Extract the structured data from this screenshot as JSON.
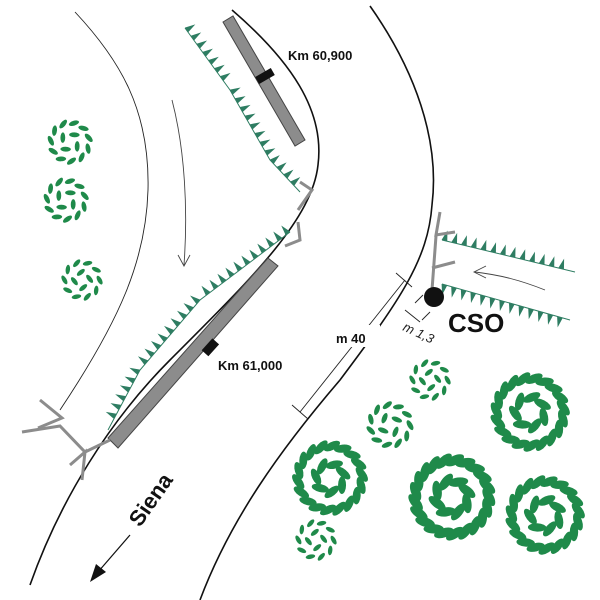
{
  "labels": {
    "km_upper": "Km 60,900",
    "km_lower": "Km 61,000",
    "distance": "m 40",
    "offset": "m 1,3",
    "cso": "CSO",
    "river": "Siena"
  },
  "colors": {
    "vegetation": "#1f8a4a",
    "bank_hatch": "#2e7d62",
    "structure": "#8c8c8c",
    "line": "#111111"
  }
}
